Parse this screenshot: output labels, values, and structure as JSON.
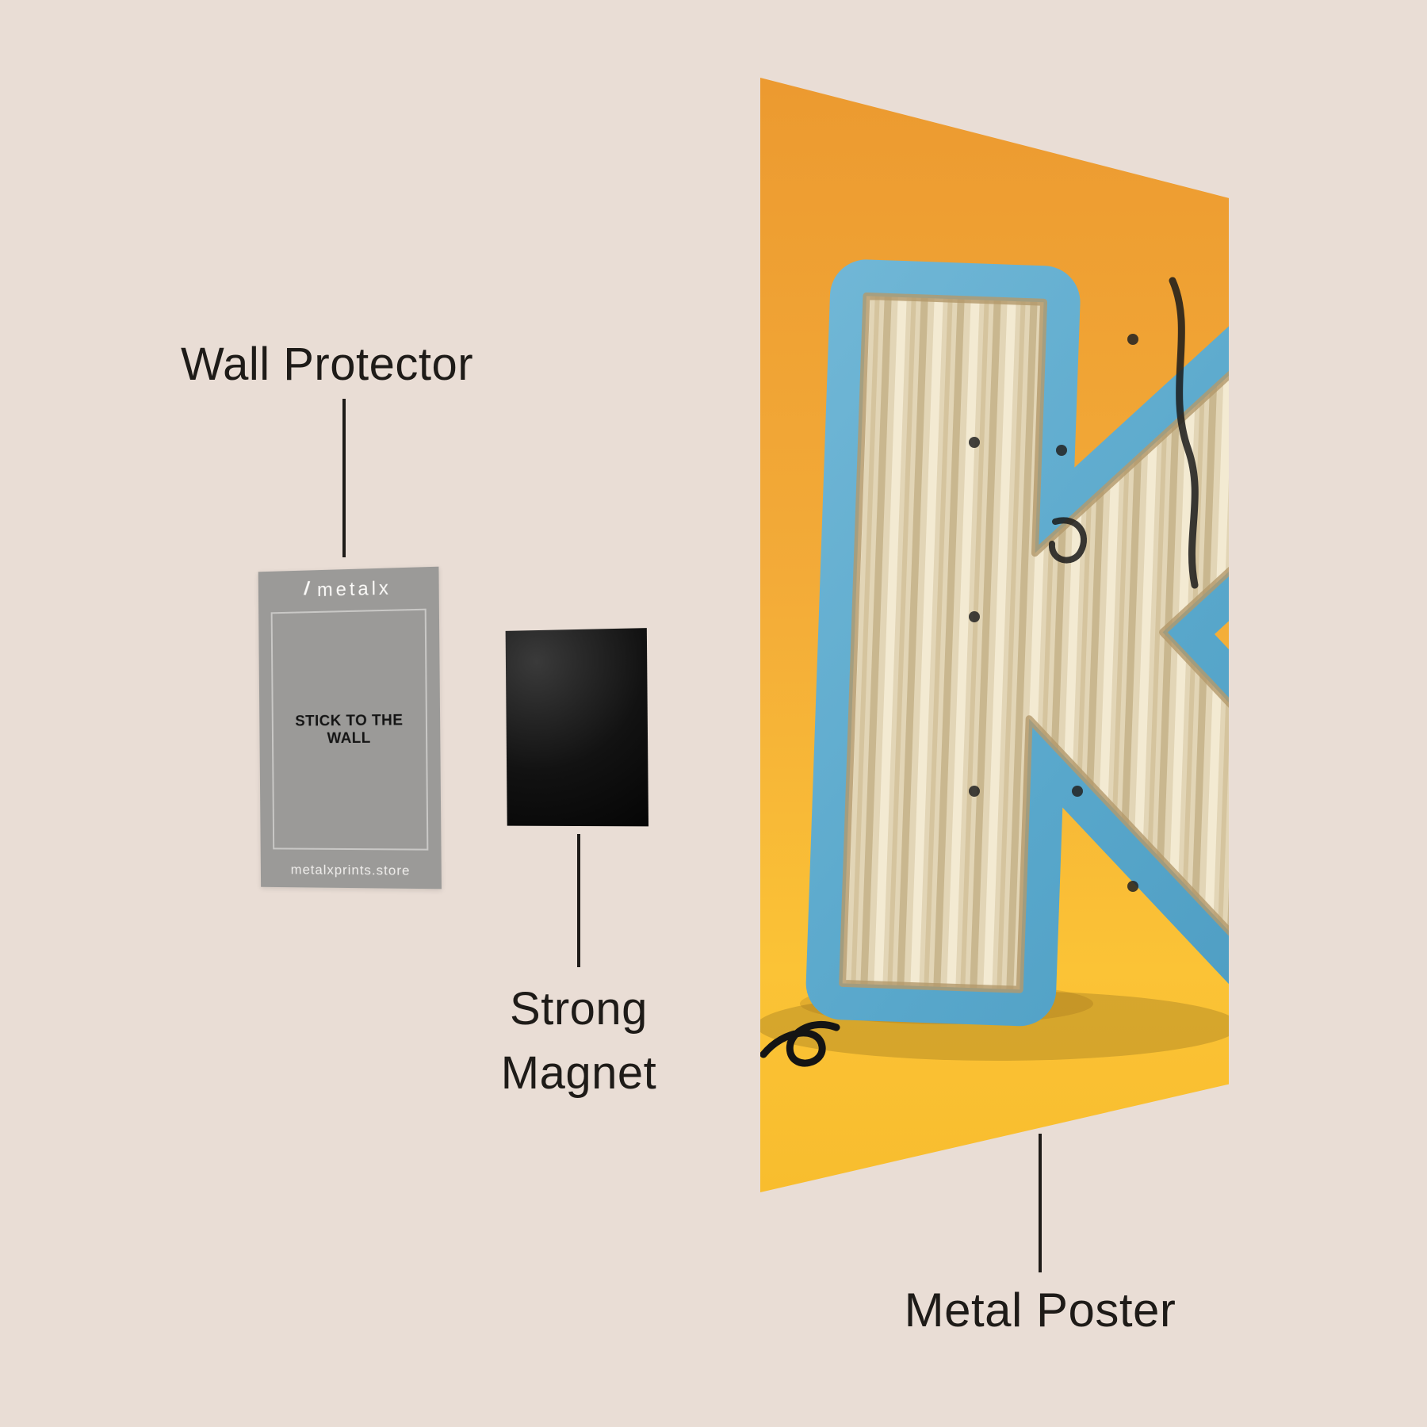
{
  "page": {
    "bg": "#e9ddd5",
    "text_color": "#1e1b18"
  },
  "labels": {
    "wall_protector": "Wall Protector",
    "strong_line1": "Strong",
    "strong_line2": "Magnet",
    "metal_poster": "Metal Poster"
  },
  "card": {
    "brand_icon": "/",
    "brand": "metalx",
    "center_text": "STICK TO THE WALL",
    "footer": "metalxprints.store",
    "color": "#9b9a98"
  },
  "magnet": {
    "color": "#0d0d0d"
  },
  "poster": {
    "letter": "K",
    "bg_top_color": "#ec9a30",
    "bg_bottom_color": "#f8bd2e",
    "letter_edge_color": "#58a7cb",
    "letter_face_color": "#e2d5b6"
  }
}
